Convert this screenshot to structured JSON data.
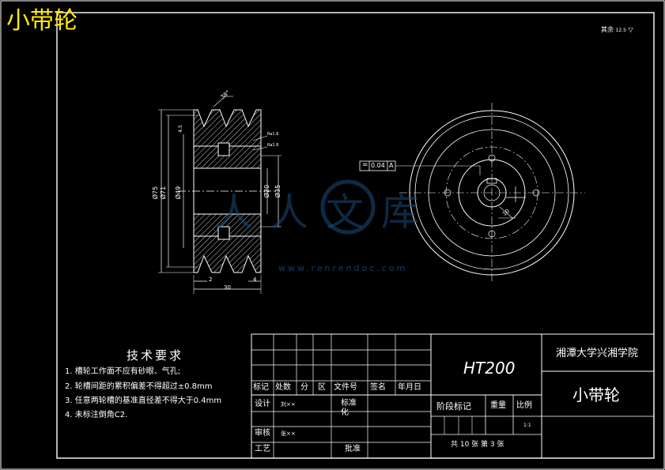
{
  "header": {
    "corner_title": "小带轮",
    "roughness_note": "其余",
    "roughness_value": "12.5"
  },
  "front_view": {
    "dimensions": {
      "d_outer": "Ø75",
      "d_pitch": "Ø71",
      "d_root": "Ø49",
      "d_bore": "Ø20",
      "d_hub": "Ø35",
      "width_total": "30",
      "groove_offset": "2",
      "edge_offset": "4",
      "angle": "38°"
    },
    "small_notes": [
      "4.5",
      "Ra1.6",
      "Ra1.6"
    ]
  },
  "side_view": {
    "tolerance_symbol": "=",
    "tolerance_value": "0.04",
    "datum": "A",
    "keyway_dim": "10"
  },
  "technical_requirements": {
    "heading": "技术要求",
    "items": [
      "1. 槽轮工作面不应有砂眼、气孔;",
      "2. 轮槽间距的累积偏差不得超过±0.8mm",
      "3. 任意两轮槽的基准直径差不得大于0.4mm",
      "4. 未标注倒角C2."
    ]
  },
  "title_block": {
    "material": "HT200",
    "school": "湘潭大学兴湘学院",
    "part_name": "小带轮",
    "headers": [
      "标记",
      "处数",
      "分",
      "区",
      "文件号",
      "签名",
      "年月日"
    ],
    "design_label": "设计",
    "designer": "刘××",
    "standardize_label": "标准化",
    "review_label": "审核",
    "reviewer": "张××",
    "process_label": "工艺",
    "approve_label": "批准",
    "stage_label": "阶段标记",
    "weight_label": "重量",
    "scale_label": "比例",
    "scale_value": "1:1",
    "sheet_info": "共 10 张 第 3 张"
  },
  "watermark": {
    "text": "人人文库",
    "url": "www.renrendoc.com"
  }
}
